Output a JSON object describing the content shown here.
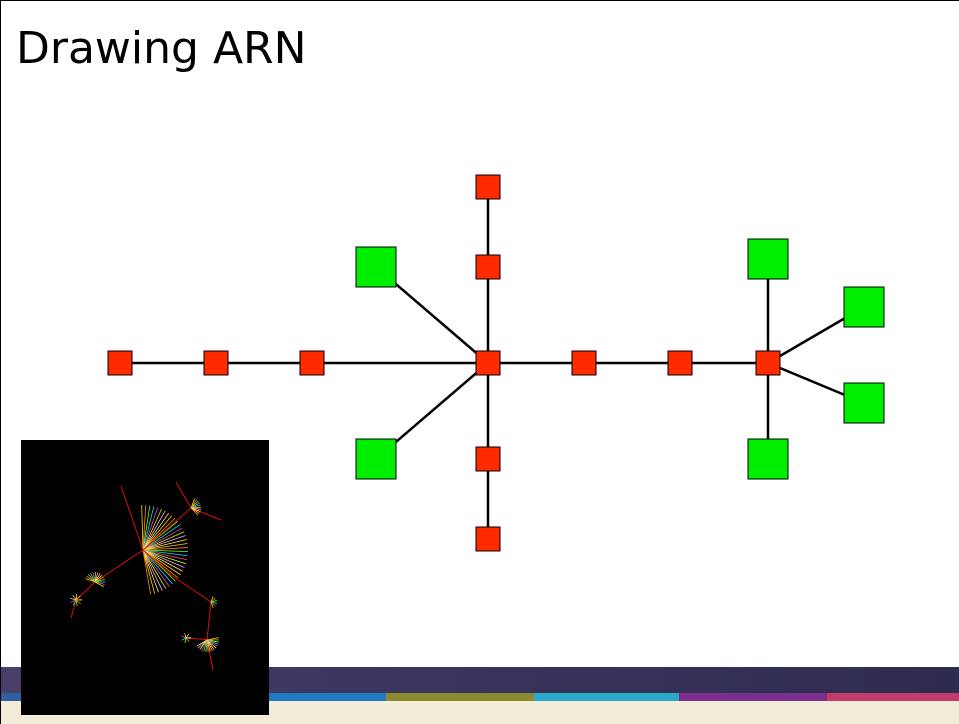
{
  "slide": {
    "title": "Drawing ARN"
  },
  "diagram": {
    "colors": {
      "gene_node": "#ff2a00",
      "green_node": "#00ee00",
      "edge": "#000000"
    },
    "nodes": [
      {
        "id": "n1",
        "kind": "gene"
      },
      {
        "id": "n2",
        "kind": "gene"
      },
      {
        "id": "n3",
        "kind": "gene"
      },
      {
        "id": "hub1",
        "kind": "gene"
      },
      {
        "id": "top1",
        "kind": "gene"
      },
      {
        "id": "top2",
        "kind": "gene"
      },
      {
        "id": "bot1",
        "kind": "gene"
      },
      {
        "id": "bot2",
        "kind": "gene"
      },
      {
        "id": "g_ul",
        "kind": "green"
      },
      {
        "id": "g_ll",
        "kind": "green"
      },
      {
        "id": "m1",
        "kind": "gene"
      },
      {
        "id": "m2",
        "kind": "gene"
      },
      {
        "id": "hub2",
        "kind": "gene"
      },
      {
        "id": "g_top",
        "kind": "green"
      },
      {
        "id": "g_bottom",
        "kind": "green"
      },
      {
        "id": "g_ur",
        "kind": "green"
      },
      {
        "id": "g_lr",
        "kind": "green"
      }
    ],
    "edges": [
      [
        "n1",
        "n2"
      ],
      [
        "n2",
        "n3"
      ],
      [
        "n3",
        "hub1"
      ],
      [
        "hub1",
        "top2"
      ],
      [
        "top2",
        "top1"
      ],
      [
        "hub1",
        "bot1"
      ],
      [
        "bot1",
        "bot2"
      ],
      [
        "hub1",
        "g_ul"
      ],
      [
        "hub1",
        "g_ll"
      ],
      [
        "hub1",
        "m1"
      ],
      [
        "m1",
        "m2"
      ],
      [
        "m2",
        "hub2"
      ],
      [
        "hub2",
        "g_top"
      ],
      [
        "hub2",
        "g_bottom"
      ],
      [
        "hub2",
        "g_ur"
      ],
      [
        "hub2",
        "g_lr"
      ]
    ]
  },
  "footer": {
    "bar_color": "#3b3560",
    "band_color": "#f2ecd8",
    "stripe_colors": [
      "#2f5f9e",
      "#1f7ac2",
      "#8c8a30",
      "#2aa9c9",
      "#7a2f8e",
      "#c23b6a"
    ]
  },
  "thumbnail": {
    "background": "#000000",
    "description_icon": "network-thumbnail-image"
  }
}
